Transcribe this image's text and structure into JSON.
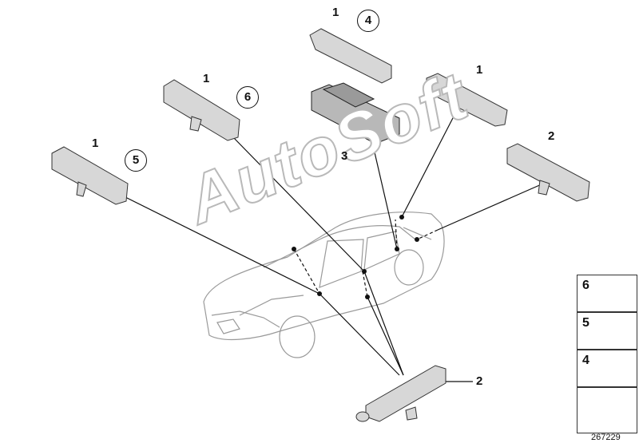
{
  "watermark": "AutoSoft",
  "callouts": [
    "1",
    "1",
    "1",
    "1",
    "2",
    "2",
    "3"
  ],
  "circled": [
    "4",
    "5",
    "6"
  ],
  "legend": [
    "6",
    "5",
    "4"
  ],
  "diagram_number": "267229",
  "colors": {
    "part_fill": "#d7d7d7",
    "part_stroke": "#333333",
    "line": "#111111"
  }
}
